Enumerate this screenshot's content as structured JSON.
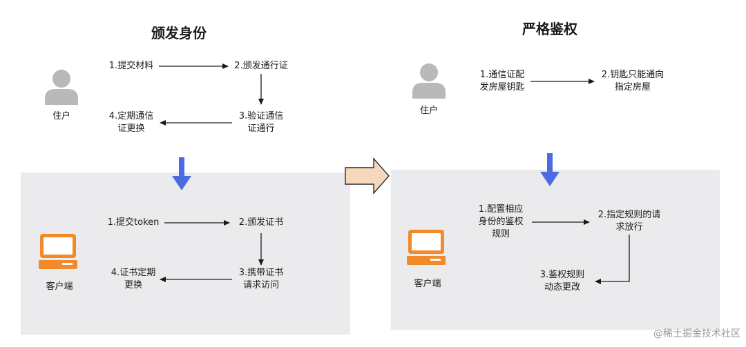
{
  "colors": {
    "panel_bg": "#ebebed",
    "arrow_blue": "#4d6be0",
    "laptop_orange": "#f28a2a",
    "user_gray": "#b9b9b9",
    "big_arrow_fill": "#f6d9bd",
    "line": "#1a1a1a"
  },
  "left": {
    "title": "颁发身份",
    "tenant_label": "住户",
    "client_label": "客户端",
    "top_steps": {
      "s1": "1.提交材料",
      "s2": "2.颁发通行证",
      "s3": "3.验证通信\n证通行",
      "s4": "4.定期通信\n证更换"
    },
    "bottom_steps": {
      "s1": "1.提交token",
      "s2": "2.颁发证书",
      "s3": "3.携带证书\n请求访问",
      "s4": "4.证书定期\n更换"
    }
  },
  "right": {
    "title": "严格鉴权",
    "tenant_label": "住户",
    "client_label": "客户端",
    "top_steps": {
      "s1": "1.通信证配\n发房屋钥匙",
      "s2": "2.钥匙只能通向\n指定房屋"
    },
    "bottom_steps": {
      "s1": "1.配置相应\n身份的鉴权\n规则",
      "s2": "2.指定规则的请\n求放行",
      "s3": "3.鉴权规则\n动态更改"
    }
  },
  "watermark": "@稀土掘金技术社区"
}
